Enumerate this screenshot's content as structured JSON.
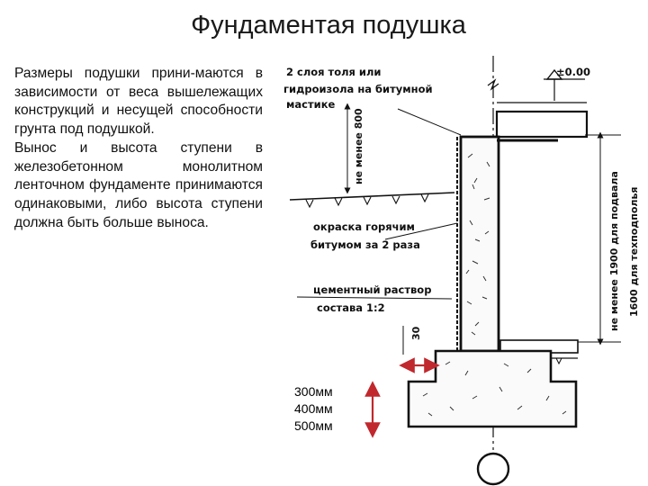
{
  "title": "Фундаментая подушка",
  "description": {
    "p1": "Размеры подушки прини-маются в зависимости от веса вышележащих конструкций и несущей способности грунта под подушкой.",
    "p2": "Вынос и высота ступени в железобетонном монолитном ленточном фундаменте принимаются одинаковыми, либо высота ступени должна быть больше выноса."
  },
  "drawing": {
    "zero_mark": "±0.00",
    "waterproof_line1": "2 слоя толя или",
    "waterproof_line2": "гидроизола на битумной",
    "waterproof_line3": "мастике",
    "min_800": "не менее 800",
    "bitumen_line1": "окраска горячим",
    "bitumen_line2": "битумом за 2 раза",
    "mortar_line1": "цементный раствор",
    "mortar_line2": "состава 1:2",
    "dim_30": "30",
    "basement_line1": "не менее 1900 для подвала",
    "basement_line2": "1600 для техподполья"
  },
  "dimensions": [
    "300мм",
    "400мм",
    "500мм"
  ],
  "colors": {
    "arrow": "#c0282d",
    "ink": "#111111"
  }
}
